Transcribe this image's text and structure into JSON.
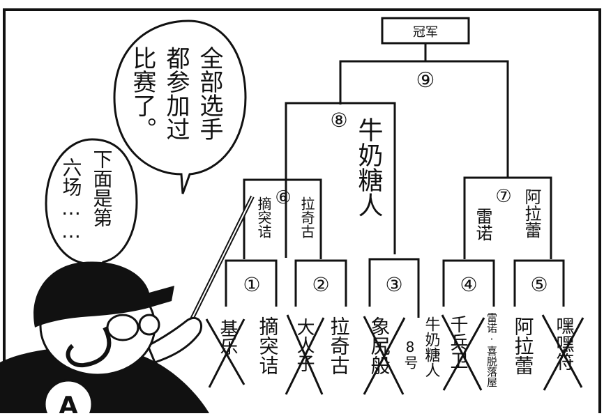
{
  "bubbles": {
    "top_text": "全部选手都参加过比赛了。",
    "top_columns": [
      "全部选手",
      "都参加过",
      "比赛了。"
    ],
    "bottom_text": "下面是第六场……",
    "bottom_columns": [
      "下面是第",
      "六场……"
    ]
  },
  "bracket": {
    "champion_label": "冠军",
    "final_match": "⑨",
    "semifinals": [
      {
        "number": "⑧",
        "winner": "牛奶糖人"
      },
      {
        "number": "⑦",
        "winner_left": "雷诺",
        "winner_right": "阿拉蕾"
      }
    ],
    "quarterfinal": {
      "number": "⑥",
      "winner_left": "摘突诘",
      "winner_right": "拉奇古"
    },
    "first_round": [
      "①",
      "②",
      "③",
      "④",
      "⑤"
    ],
    "entrants": [
      {
        "name": "基乐",
        "eliminated": true
      },
      {
        "name": "摘突诘",
        "eliminated": false
      },
      {
        "name": "大人子",
        "eliminated": true
      },
      {
        "name": "拉奇古",
        "eliminated": false
      },
      {
        "name": "象尻般",
        "eliminated": true
      },
      {
        "name": "8号",
        "eliminated": false
      },
      {
        "name": "牛奶糖人",
        "eliminated": false
      },
      {
        "name": "千兵卫",
        "eliminated": true
      },
      {
        "name": "雷诺·喜脱落屋",
        "eliminated": false
      },
      {
        "name": "阿拉蕾",
        "eliminated": false
      },
      {
        "name": "嘿嘿符",
        "eliminated": true
      }
    ]
  },
  "character": {
    "cap_letter": "A"
  },
  "colors": {
    "ink": "#111111",
    "paper": "#ffffff"
  }
}
